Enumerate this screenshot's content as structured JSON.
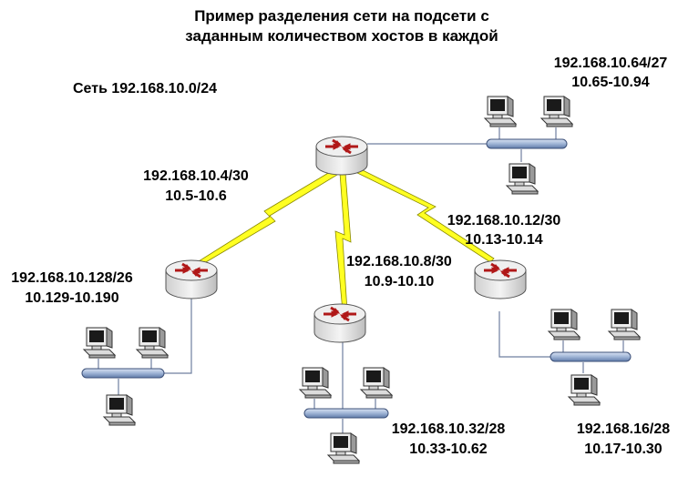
{
  "title": {
    "line1": "Пример разделения сети на подсети с",
    "line2": "заданным количеством хостов в каждой"
  },
  "network": "Сеть 192.168.10.0/24",
  "links": {
    "wan_left": {
      "subnet": "192.168.10.4/30",
      "range": "10.5-10.6"
    },
    "wan_mid": {
      "subnet": "192.168.10.8/30",
      "range": "10.9-10.10"
    },
    "wan_right": {
      "subnet": "192.168.10.12/30",
      "range": "10.13-10.14"
    }
  },
  "lans": {
    "top_right": {
      "subnet": "192.168.10.64/27",
      "range": "10.65-10.94"
    },
    "left": {
      "subnet": "192.168.10.128/26",
      "range": "10.129-10.190"
    },
    "middle": {
      "subnet": "192.168.10.32/28",
      "range": "10.33-10.62"
    },
    "right": {
      "subnet": "192.168.16/28",
      "range": "10.17-10.30"
    }
  },
  "colors": {
    "router_body": "#e6e6e6",
    "router_arrows": "#b01818",
    "serial_link": "#ffff22",
    "lan_bus": "#9fb4d6",
    "ethernet_line": "#6f7f9f"
  }
}
